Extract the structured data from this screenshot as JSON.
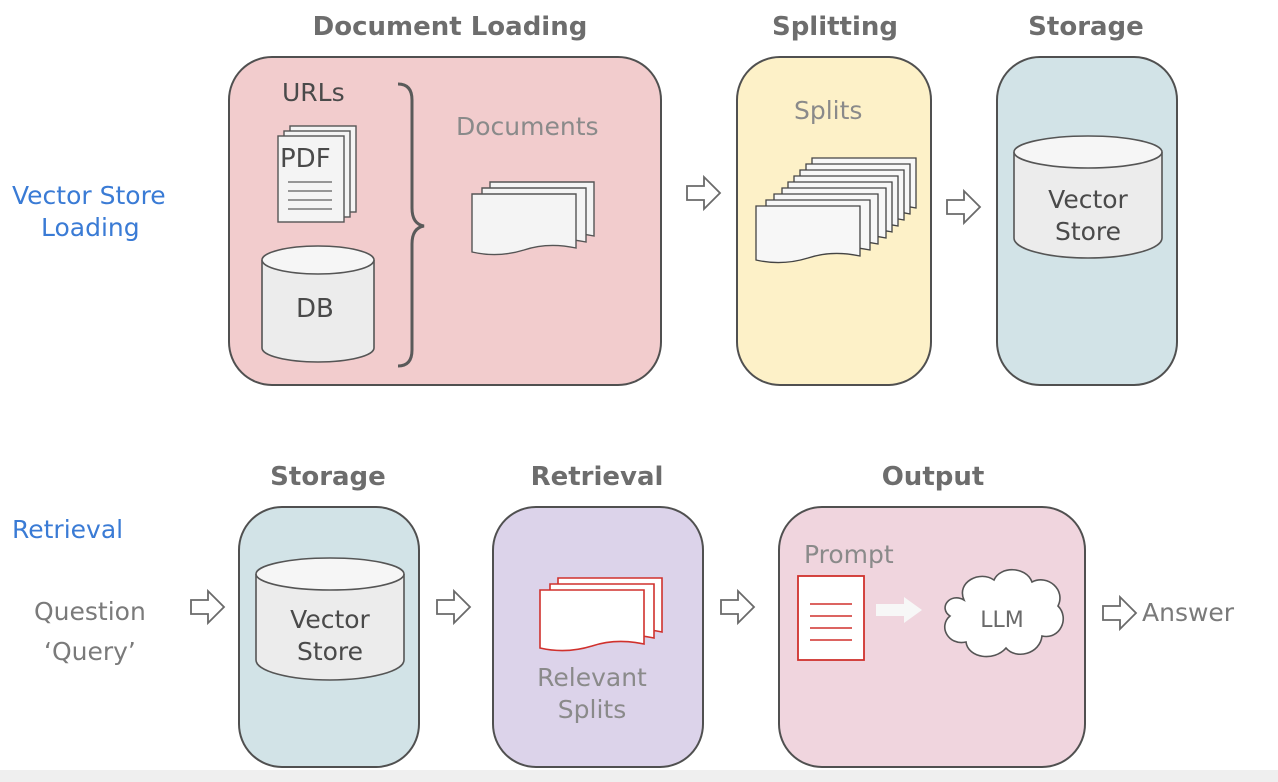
{
  "rows": {
    "loading_label": [
      "Vector Store",
      "Loading"
    ],
    "retrieval_label": "Retrieval"
  },
  "loading": {
    "document_loading": {
      "title": "Document Loading",
      "urls_label": "URLs",
      "pdf_label": "PDF",
      "db_label": "DB",
      "documents_label": "Documents"
    },
    "splitting": {
      "title": "Splitting",
      "splits_label": "Splits"
    },
    "storage": {
      "title": "Storage",
      "store_label": [
        "Vector",
        "Store"
      ]
    }
  },
  "retrieval": {
    "question_label": [
      "Question",
      "‘Query’"
    ],
    "storage": {
      "title": "Storage",
      "store_label": [
        "Vector",
        "Store"
      ]
    },
    "retrieval_box": {
      "title": "Retrieval",
      "relevant_label": [
        "Relevant",
        "Splits"
      ]
    },
    "output": {
      "title": "Output",
      "prompt_label": "Prompt",
      "llm_label": "LLM"
    },
    "answer_label": "Answer"
  },
  "colors": {
    "doc_loading_bg": "#f2cccd",
    "splitting_bg": "#fdf1c8",
    "storage_bg": "#d2e3e7",
    "retrieval_bg": "#dcd3ea",
    "output_bg": "#f0d5de",
    "row_label": "#3a7bd5",
    "highlight_red": "#d0312d"
  }
}
